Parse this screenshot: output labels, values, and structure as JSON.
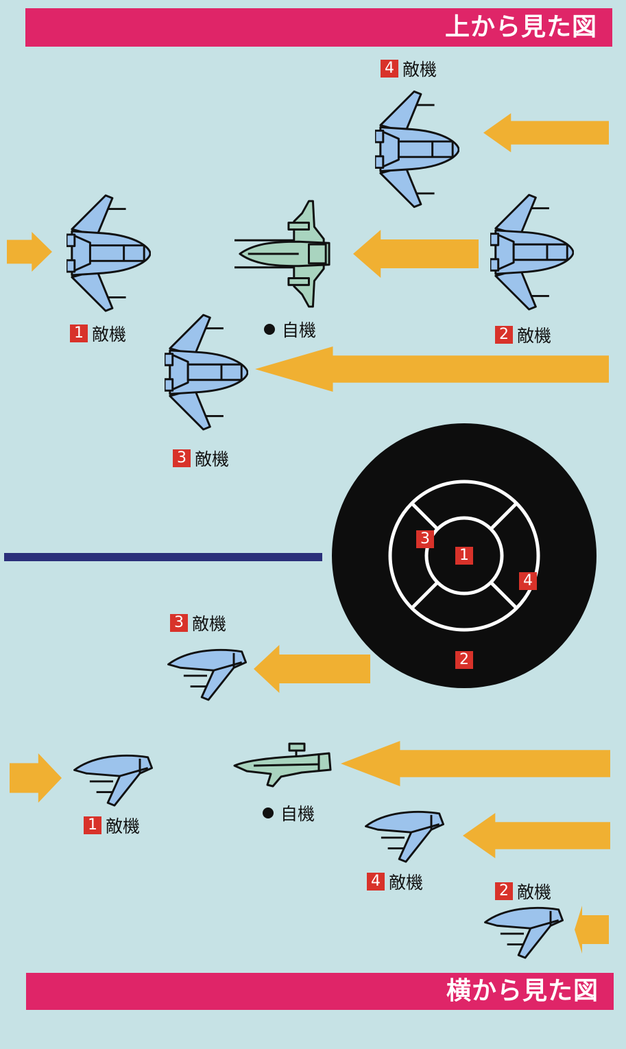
{
  "top_banner": {
    "title": "上から見た図"
  },
  "bottom_banner": {
    "title": "横から見た図"
  },
  "colors": {
    "background": "#c6e2e5",
    "banner": "#df2568",
    "arrow": "#f0b032",
    "enemy": "#9cc3ec",
    "player": "#a9d4bf",
    "badge": "#d8322a",
    "divider": "#2b2f7a"
  },
  "top_view": {
    "enemies": [
      {
        "number": "1",
        "label": "敵機"
      },
      {
        "number": "2",
        "label": "敵機"
      },
      {
        "number": "3",
        "label": "敵機"
      },
      {
        "number": "4",
        "label": "敵機"
      }
    ],
    "player": {
      "label": "自機"
    }
  },
  "side_view": {
    "enemies": [
      {
        "number": "1",
        "label": "敵機"
      },
      {
        "number": "2",
        "label": "敵機"
      },
      {
        "number": "3",
        "label": "敵機"
      },
      {
        "number": "4",
        "label": "敵機"
      }
    ],
    "player": {
      "label": "自機"
    }
  },
  "radar": {
    "positions": [
      "1",
      "2",
      "3",
      "4"
    ]
  }
}
